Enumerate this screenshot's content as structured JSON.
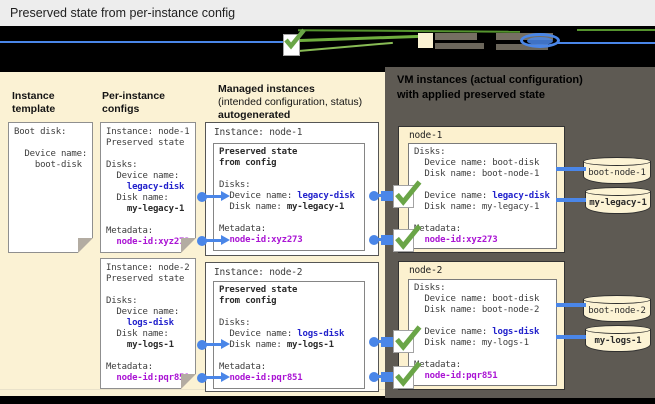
{
  "title": "Preserved state from per-instance config",
  "colors": {
    "panel_beige": "#fbf2d4",
    "panel_dark": "#5e5a53",
    "stateful_blue": "#2222cc",
    "metadata_magenta": "#aa14d4",
    "connector_blue": "#4a86e8",
    "check_green": "#6aa547"
  },
  "legend": {
    "check_icon": "applied-check",
    "box_icon": "preserved-state-box",
    "oval_icon": "stateful-config-oval"
  },
  "columns": {
    "col1": {
      "line1": "Instance",
      "line2": "template"
    },
    "col2": {
      "line1": "Per-instance",
      "line2": "configs"
    },
    "col3": {
      "line1": "Managed instances",
      "line2": "(intended configuration, status)",
      "line3": "autogenerated"
    }
  },
  "right_heading": {
    "line1": "VM instances (actual configuration)",
    "line2": "with applied preserved state"
  },
  "template_card": {
    "text": "Boot disk:\n\n  Device name:\n    boot-disk"
  },
  "pic1": {
    "seg1": "Instance: node-1\nPreserved state\n\nDisks:\n  Device name:\n",
    "device_value": "    legacy-disk",
    "seg2": "\n  Disk name:\n",
    "disk_value": "    my-legacy-1",
    "seg3": "\n\nMetadata:\n",
    "meta_value": "  node-id:xyz273"
  },
  "pic2": {
    "seg1": "Instance: node-2\nPreserved state\n\nDisks:\n  Device name:\n",
    "device_value": "    logs-disk",
    "seg2": "\n  Disk name:\n",
    "disk_value": "    my-logs-1",
    "seg3": "\n\nMetadata:\n",
    "meta_value": "  node-id:pqr851"
  },
  "mi1": {
    "title": "Instance: node-1",
    "ps": "Preserved state\nfrom config",
    "seg1": "\n\nDisks:\n  Device name: ",
    "device_value": "legacy-disk",
    "seg2": "\n  Disk name: ",
    "disk_value": "my-legacy-1",
    "seg3": "\n\nMetadata:\n  ",
    "meta_value": "node-id:xyz273"
  },
  "mi2": {
    "title": "Instance: node-2",
    "ps": "Preserved state\nfrom config",
    "seg1": "\n\nDisks:\n  Device name: ",
    "device_value": "logs-disk",
    "seg2": "\n  Disk name: ",
    "disk_value": "my-logs-1",
    "seg3": "\n\nMetadata:\n  ",
    "meta_value": "node-id:pqr851"
  },
  "vm1": {
    "title": "node-1",
    "seg1": "Disks:\n  Device name: boot-disk\n  Disk name: boot-node-1\n\n  Device name: ",
    "device_value": "legacy-disk",
    "seg2": "\n  Disk name: my-legacy-1\n\nMetadata:\n  ",
    "meta_value": "node-id:xyz273",
    "disk1": "boot-node-1",
    "disk2": "my-legacy-1"
  },
  "vm2": {
    "title": "node-2",
    "seg1": "Disks:\n  Device name: boot-disk\n  Disk name: boot-node-2\n\n  Device name: ",
    "device_value": "logs-disk",
    "seg2": "\n  Disk name: my-logs-1\n\nMetadata:\n  ",
    "meta_value": "node-id:pqr851",
    "disk1": "boot-node-2",
    "disk2": "my-logs-1"
  }
}
